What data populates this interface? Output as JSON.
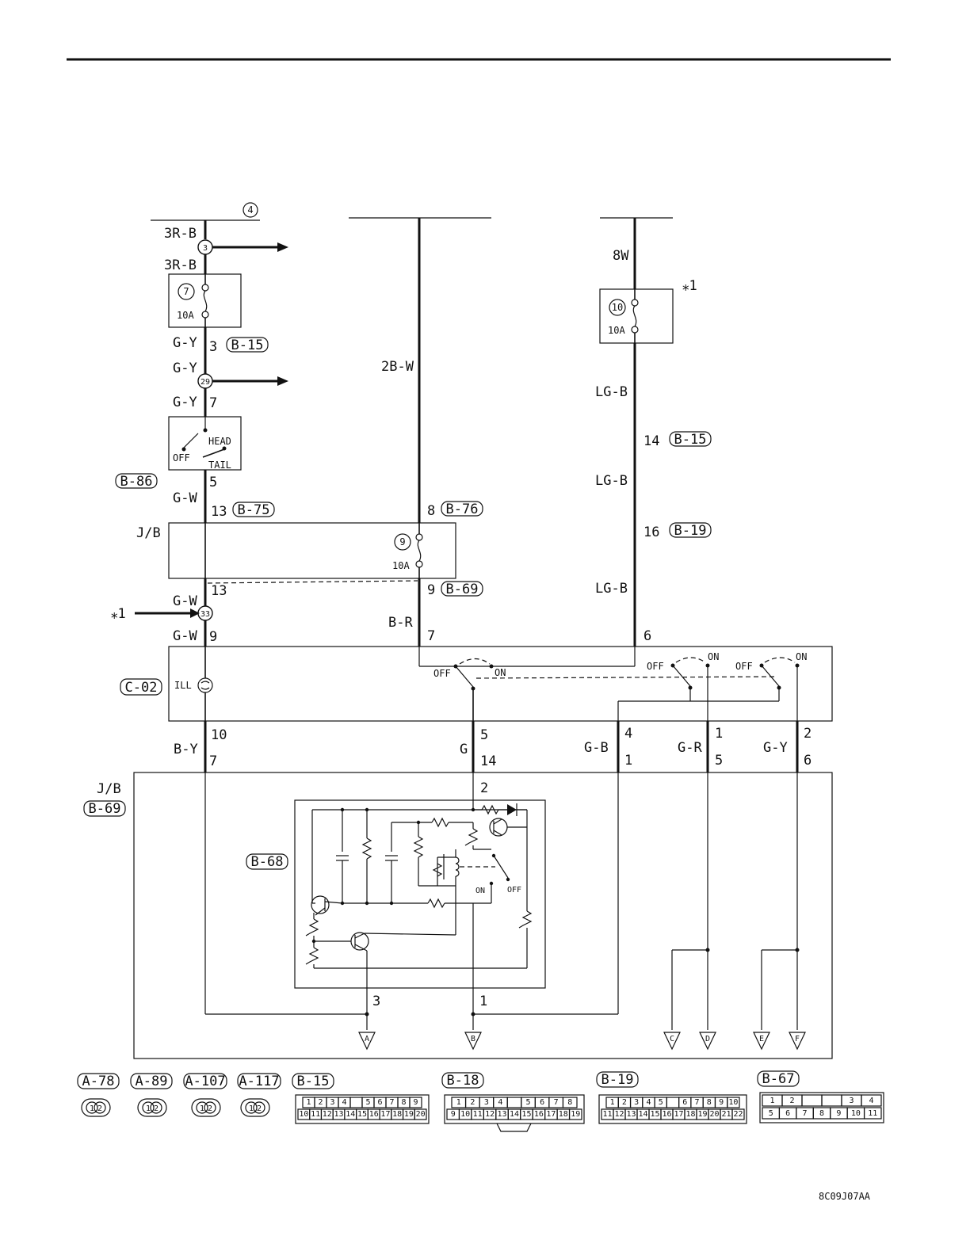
{
  "diagram_code": "8C09J07AA",
  "ground_refs": {
    "item": "4"
  },
  "wires": {
    "w3rb": "3R-B",
    "w2bw": "2B-W",
    "w8w": "8W",
    "wgy": "G-Y",
    "wlgb": "LG-B",
    "wgw": "G-W",
    "wbr": "B-R",
    "wby": "B-Y",
    "wg": "G",
    "wgb": "G-B",
    "wgr": "G-R"
  },
  "junction_labels": {
    "jb": "J/B",
    "star1": "⁎1"
  },
  "fuses": [
    {
      "num": "7",
      "rating": "10A"
    },
    {
      "num": "10",
      "rating": "10A"
    },
    {
      "num": "9",
      "rating": "10A"
    }
  ],
  "connectors": {
    "b15": "B-15",
    "b86": "B-86",
    "b75": "B-75",
    "b76": "B-76",
    "b19": "B-19",
    "b69": "B-69",
    "c02": "C-02",
    "b68": "B-68",
    "a78": "A-78",
    "a89": "A-89",
    "a107": "A-107",
    "a117": "A-117",
    "b18": "B-18",
    "b67": "B-67"
  },
  "splices": {
    "s3": "3",
    "s29": "29",
    "s33": "33"
  },
  "switch_labels": {
    "head": "HEAD",
    "tail": "TAIL",
    "off": "OFF",
    "on": "ON",
    "ill": "ILL"
  },
  "pins": {
    "p3": "3",
    "p7": "7",
    "p5": "5",
    "p13": "13",
    "p8": "8",
    "p14": "14",
    "p16": "16",
    "p9": "9",
    "p6": "6",
    "p10": "10",
    "p4": "4",
    "p1": "1",
    "p2": "2"
  },
  "outputs": [
    "A",
    "B",
    "C",
    "D",
    "E",
    "F"
  ],
  "connector_faces": {
    "b15": {
      "top": [
        "1",
        "2",
        "3",
        "4",
        "",
        "5",
        "6",
        "7",
        "8",
        "9"
      ],
      "bottom": [
        "10",
        "11",
        "12",
        "13",
        "14",
        "15",
        "16",
        "17",
        "18",
        "19",
        "20"
      ]
    },
    "b18": {
      "top": [
        "1",
        "2",
        "3",
        "4",
        "",
        "5",
        "6",
        "7",
        "8"
      ],
      "bottom": [
        "9",
        "10",
        "11",
        "12",
        "13",
        "14",
        "15",
        "16",
        "17",
        "18",
        "19"
      ]
    },
    "b19": {
      "top": [
        "1",
        "2",
        "3",
        "4",
        "5",
        "",
        "6",
        "7",
        "8",
        "9",
        "10"
      ],
      "bottom": [
        "11",
        "12",
        "13",
        "14",
        "15",
        "16",
        "17",
        "18",
        "19",
        "20",
        "21",
        "22"
      ]
    },
    "b67": {
      "top": [
        "1",
        "2",
        "",
        "",
        "3",
        "4"
      ],
      "bottom": [
        "5",
        "6",
        "7",
        "8",
        "9",
        "10",
        "11"
      ]
    },
    "round": [
      "1",
      "2"
    ]
  }
}
